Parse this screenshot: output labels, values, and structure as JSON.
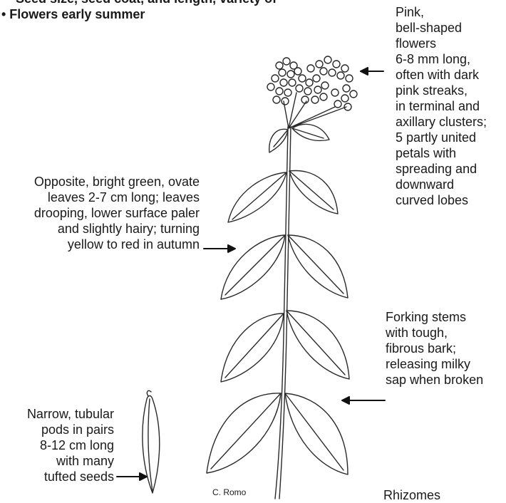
{
  "header": {
    "cut_off_line": "Seed size, seed coat, and length, variety of",
    "bullet_flowers": "• Flowers early summer"
  },
  "labels": {
    "flowers": "Pink,\nbell-shaped\nflowers\n6-8 mm long,\noften with dark\npink streaks,\nin terminal and\naxillary clusters;\n5 partly united\npetals with\nspreading and\ndownward\ncurved lobes",
    "leaves": "Opposite, bright green, ovate\nleaves 2-7 cm long; leaves\ndrooping, lower surface paler\nand slightly hairy; turning\nyellow to red in autumn",
    "stems": "Forking stems\nwith tough,\nfibrous bark;\nreleasing milky\nsap when broken",
    "pods": "Narrow, tubular\npods in pairs\n8-12 cm long\nwith many\ntufted seeds",
    "rhizomes": "Rhizomes",
    "credit": "C. Romo"
  }
}
